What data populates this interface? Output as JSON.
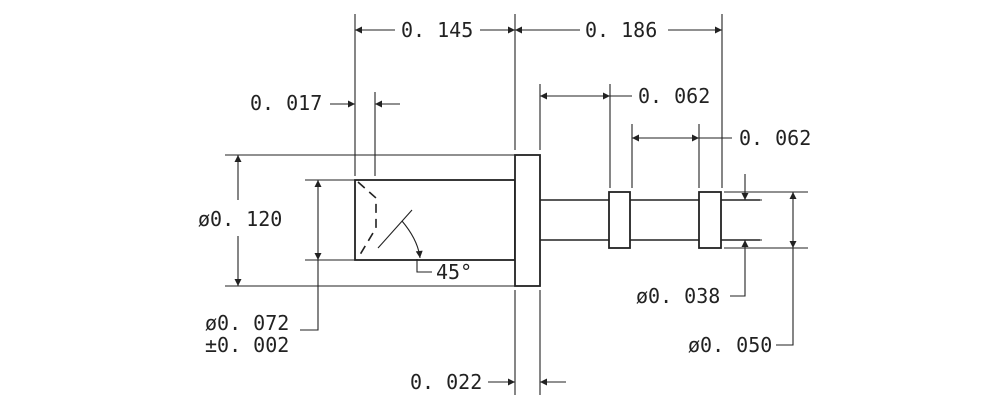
{
  "dimensions": {
    "d_0145": "0. 145",
    "d_0186": "0. 186",
    "d_0062_a": "0. 062",
    "d_0062_b": "0. 062",
    "d_0017": "0. 017",
    "dia_0120": "ø0. 120",
    "dia_0072": "ø0. 072",
    "tol_0002": "±0. 002",
    "angle_45": "45°",
    "dia_0038": "ø0. 038",
    "dia_0050": "ø0. 050",
    "d_0022": "0. 022"
  }
}
